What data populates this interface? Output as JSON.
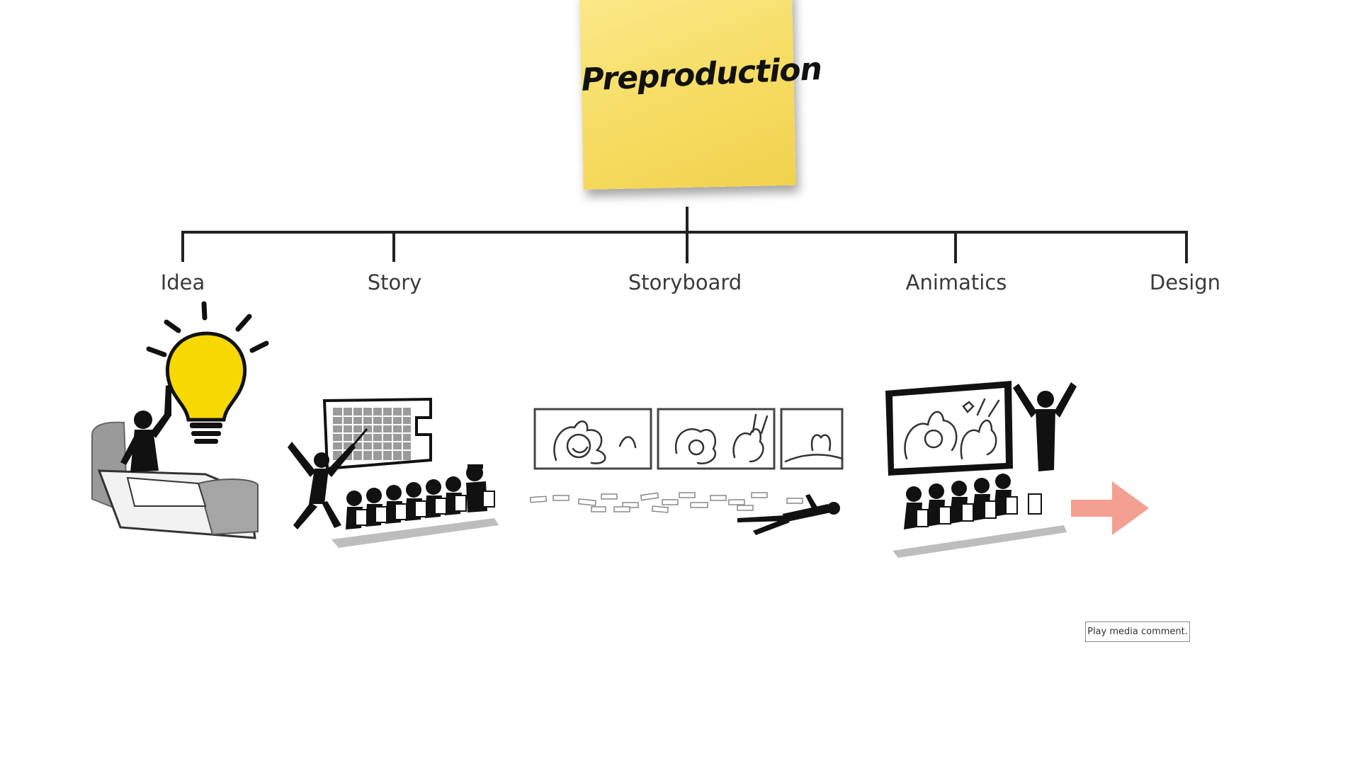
{
  "diagram": {
    "root": {
      "label": "Preproduction"
    },
    "stages": [
      {
        "label": "Idea"
      },
      {
        "label": "Story"
      },
      {
        "label": "Storyboard"
      },
      {
        "label": "Animatics"
      },
      {
        "label": "Design"
      }
    ],
    "colors": {
      "sticky_note": "#f6dc62",
      "lightbulb": "#f7d800",
      "arrow": "#f3a093",
      "connector": "#222222",
      "label_text": "#3a3a3a"
    }
  },
  "media_comment": {
    "label": "Play media comment."
  }
}
